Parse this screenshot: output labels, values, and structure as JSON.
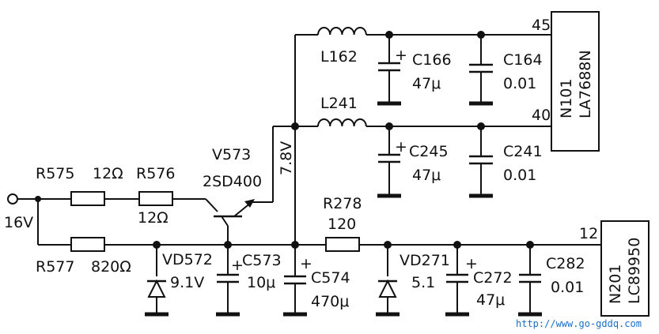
{
  "input": {
    "voltage": "16V"
  },
  "resistors": {
    "r575": {
      "ref": "R575",
      "value": "12Ω"
    },
    "r576": {
      "ref": "R576",
      "value": "12Ω"
    },
    "r577": {
      "ref": "R577",
      "value": "820Ω"
    },
    "r278": {
      "ref": "R278",
      "value": "120"
    }
  },
  "inductors": {
    "l162": {
      "ref": "L162"
    },
    "l241": {
      "ref": "L241"
    }
  },
  "capacitors": {
    "c166": {
      "ref": "C166",
      "value": "47μ"
    },
    "c164": {
      "ref": "C164",
      "value": "0.01"
    },
    "c245": {
      "ref": "C245",
      "value": "47μ"
    },
    "c241": {
      "ref": "C241",
      "value": "0.01"
    },
    "c573": {
      "ref": "C573",
      "value": "10μ"
    },
    "c574": {
      "ref": "C574",
      "value": "470μ"
    },
    "c272": {
      "ref": "C272",
      "value": "47μ"
    },
    "c282": {
      "ref": "C282",
      "value": "0.01"
    }
  },
  "diodes": {
    "vd572": {
      "ref": "VD572",
      "value": "9.1V"
    },
    "vd271": {
      "ref": "VD271",
      "value": "5.1"
    }
  },
  "transistor": {
    "ref": "V573",
    "part": "2SD400"
  },
  "node_voltage": "7.8V",
  "ics": {
    "n101": {
      "ref": "N101",
      "part": "LA7688N",
      "pins": [
        "45",
        "40"
      ]
    },
    "n201": {
      "ref": "N201",
      "part": "LC89950",
      "pins": [
        "12"
      ]
    }
  },
  "watermark": "http://www.go-gddq.com"
}
